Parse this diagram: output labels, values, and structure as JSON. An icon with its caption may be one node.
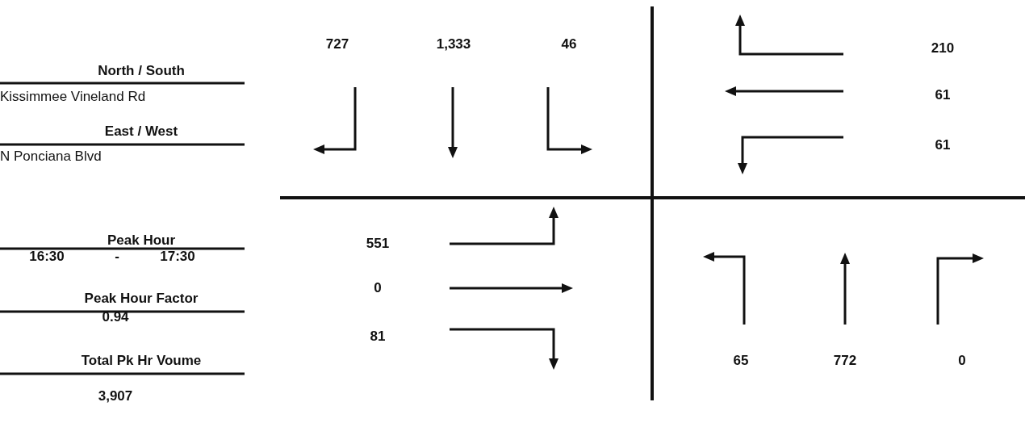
{
  "diagram": {
    "labels": [
      "North / South",
      "Kissimmee Vineland Rd",
      "East / West",
      "N Ponciana Blvd",
      "Peak Hour",
      "16:30",
      "-",
      "17:30",
      "Peak Hour Factor",
      "0.94",
      "Total Pk Hr Voume",
      "3,907",
      "727",
      "1,333",
      "46",
      "210",
      "61",
      "61",
      "551",
      "0",
      "81",
      "65",
      "772",
      "0"
    ]
  }
}
